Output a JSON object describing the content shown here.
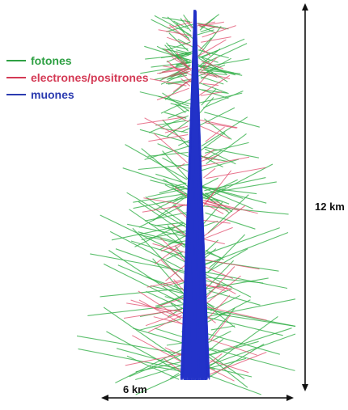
{
  "legend": {
    "items": [
      {
        "label": "fotones",
        "color": "#2ea043"
      },
      {
        "label": "electrones/positrones",
        "color": "#d43a55"
      },
      {
        "label": "muones",
        "color": "#2b3bb0"
      }
    ]
  },
  "dimensions": {
    "height_label": "12 km",
    "width_label": "6 km"
  },
  "colors": {
    "photons": "#35b04a",
    "electrons": "#e0486a",
    "muons": "#2232c8",
    "arrow": "#111111"
  }
}
